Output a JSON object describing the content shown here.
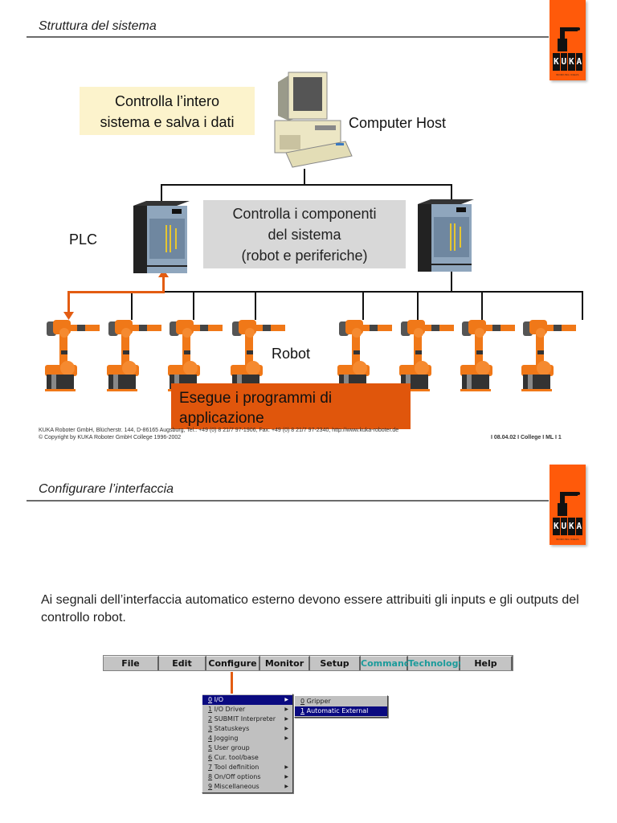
{
  "slide1": {
    "title": "Struttura del sistema",
    "logo": {
      "letters": [
        "K",
        "U",
        "K",
        "A"
      ],
      "tagline": "WORKING IDEAS",
      "color": "#ff5a0a"
    },
    "host_callout": [
      "Controlla l’intero",
      "sistema e salva i dati"
    ],
    "host_label": "Computer Host",
    "plc_label": "PLC",
    "plc_callout": [
      "Controlla i componenti",
      "del sistema",
      "(robot e periferiche)"
    ],
    "robot_label": "Robot",
    "robot_count": 8,
    "robot_callout": [
      "Esegue i programmi  di",
      "applicazione"
    ],
    "footer": {
      "line1": "KUKA Roboter GmbH, Blücherstr. 144, D-86165 Augsburg, Tel.: +49 (0) 8 21/7 97-1906, Fax: +49 (0) 8 21/7 97-2340, http://www.kuka-roboter.de",
      "line2": "© Copyright by KUKA Roboter GmbH College 1996-2002",
      "ref": "I 08.04.02 I College I ML I 1"
    }
  },
  "slide2": {
    "title": "Configurare l’interfaccia",
    "body": "Ai segnali dell’interfaccia automatico esterno devono essere attribuiti gli inputs e gli outputs del controllo robot.",
    "menubar": [
      {
        "label": "File"
      },
      {
        "label": "Edit"
      },
      {
        "label": "Configure"
      },
      {
        "label": "Monitor"
      },
      {
        "label": "Setup"
      },
      {
        "label": "Commands",
        "teal": true
      },
      {
        "label": "Technology",
        "teal": true
      },
      {
        "label": "Help"
      }
    ],
    "configure_menu": [
      {
        "key": "0",
        "label": "I/O",
        "submenu": true,
        "selected": true
      },
      {
        "key": "1",
        "label": "I/O Driver",
        "submenu": true
      },
      {
        "key": "2",
        "label": "SUBMIT Interpreter",
        "submenu": true
      },
      {
        "key": "3",
        "label": "Statuskeys",
        "submenu": true
      },
      {
        "key": "4",
        "label": "Jogging",
        "submenu": true
      },
      {
        "key": "5",
        "label": "User group",
        "submenu": false
      },
      {
        "key": "6",
        "label": "Cur. tool/base",
        "submenu": false
      },
      {
        "key": "7",
        "label": "Tool definition",
        "submenu": true
      },
      {
        "key": "8",
        "label": "On/Off options",
        "submenu": true
      },
      {
        "key": "9",
        "label": "Miscellaneous",
        "submenu": true
      }
    ],
    "io_submenu": [
      {
        "key": "0",
        "label": "Gripper",
        "selected": false
      },
      {
        "key": "1",
        "label": "Automatic External",
        "selected": true
      }
    ],
    "highlight_color": "#0a0a80",
    "accent_color": "#e35c12"
  }
}
